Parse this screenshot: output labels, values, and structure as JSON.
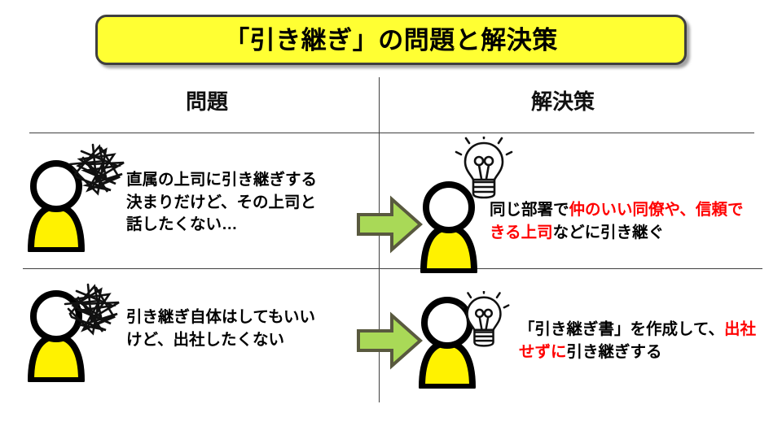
{
  "title": {
    "text": "「引き継ぎ」の問題と解決策",
    "fill_color": "#FFFF33",
    "border_color": "#3F3F3F"
  },
  "headers": {
    "problem": "問題",
    "solution": "解決策"
  },
  "rows": [
    {
      "problem_text_line1": "直属の上司に引き継ぎする",
      "problem_text_line2": "決まりだけど、その上司と",
      "problem_text_line3": "話したくない…",
      "solution_segments": [
        {
          "text": "同じ部署で",
          "color": "#000000"
        },
        {
          "text": "仲のいい同僚や、信",
          "color": "#FF0000"
        },
        {
          "text": "頼できる上司",
          "color": "#FF0000"
        },
        {
          "text": "などに引き継ぐ",
          "color": "#000000"
        }
      ],
      "problem_icon": "person-with-scribble",
      "solution_icon": "person-with-lightbulb",
      "connector_icon": "right-arrow"
    },
    {
      "problem_text_line1": "引き継ぎ自体はしてもいい",
      "problem_text_line2": "けど、出社したくない",
      "solution_segments": [
        {
          "text": "「引き継ぎ書」を作成して、",
          "color": "#000000"
        },
        {
          "text": "出社せずに",
          "color": "#FF0000"
        },
        {
          "text": "引き継ぎする",
          "color": "#000000"
        }
      ],
      "problem_icon": "person-with-scribble",
      "solution_icon": "person-with-lightbulb",
      "connector_icon": "right-arrow"
    }
  ],
  "colors": {
    "highlight_red": "#FF0000",
    "person_body_yellow": "#FFF200",
    "arrow_green": "#A9D957",
    "arrow_outline": "#59593F",
    "rule_gray": "#404040"
  }
}
